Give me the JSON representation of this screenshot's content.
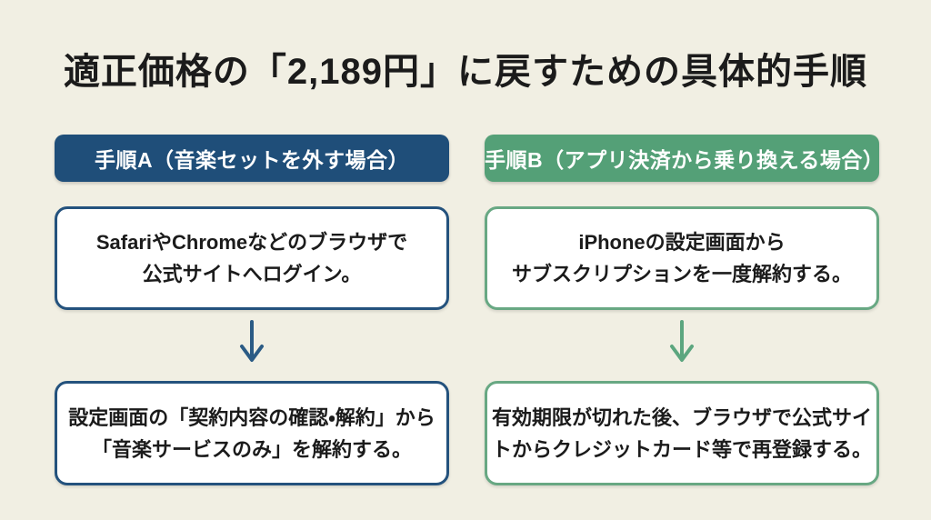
{
  "slide": {
    "title": "適正価格の「2,189円」に戻すための具体的手順"
  },
  "colors": {
    "background": "#F1EFE3",
    "title_text": "#1B1B1B",
    "column_a_accent": "#1F4E79",
    "column_a_box_border": "#24527D",
    "column_a_arrow": "#2B5B85",
    "column_b_accent": "#54A077",
    "column_b_box_border": "#68A883",
    "column_b_arrow": "#5CA67F",
    "box_background": "#FFFFFF",
    "header_text": "#FFFFFF",
    "body_text": "#1B1B1B"
  },
  "icons": {
    "down_arrow": "↓"
  },
  "columns": [
    {
      "id": "A",
      "header": "手順A（音楽セットを外す場合）",
      "steps": [
        {
          "lines": [
            "SafariやChromeなどのブラウザで",
            "公式サイトへログイン。"
          ]
        },
        {
          "lines": [
            "設定画面の「契約内容の確認・解約」から",
            "「音楽サービスのみ」を解約する。"
          ]
        }
      ]
    },
    {
      "id": "B",
      "header": "手順B（アプリ決済から乗り換える場合）",
      "steps": [
        {
          "lines": [
            "iPhoneの設定画面から",
            "サブスクリプションを一度解約する。"
          ]
        },
        {
          "lines": [
            "有効期限が切れた後、ブラウザで公式サイ",
            "トからクレジットカード等で再登録する。"
          ]
        }
      ]
    }
  ]
}
